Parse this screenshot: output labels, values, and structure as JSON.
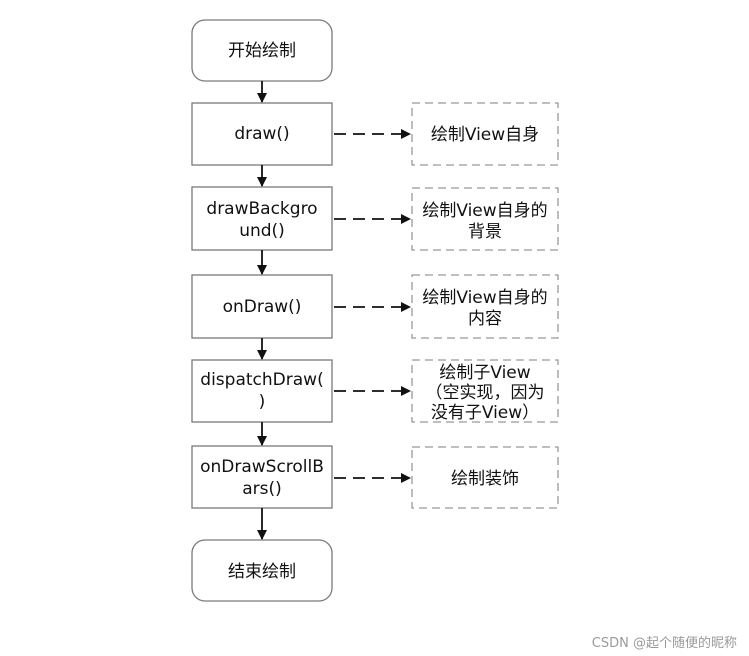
{
  "diagram": {
    "nodes": [
      {
        "id": "start",
        "label": "开始绘制"
      },
      {
        "id": "draw",
        "label": "draw()"
      },
      {
        "id": "drawBackground",
        "label_lines": [
          "drawBackgro",
          "und()"
        ]
      },
      {
        "id": "onDraw",
        "label": "onDraw()"
      },
      {
        "id": "dispatchDraw",
        "label_lines": [
          "dispatchDraw(",
          ")"
        ]
      },
      {
        "id": "onDrawScrollBars",
        "label_lines": [
          "onDrawScrollB",
          "ars()"
        ]
      },
      {
        "id": "end",
        "label": "结束绘制"
      }
    ],
    "notes": [
      {
        "for": "draw",
        "lines": [
          "绘制View自身"
        ]
      },
      {
        "for": "drawBackground",
        "lines": [
          "绘制View自身的",
          "背景"
        ]
      },
      {
        "for": "onDraw",
        "lines": [
          "绘制View自身的",
          "内容"
        ]
      },
      {
        "for": "dispatchDraw",
        "lines": [
          "绘制子View",
          "（空实现，因为",
          "没有子View）"
        ]
      },
      {
        "for": "onDrawScrollBars",
        "lines": [
          "绘制装饰"
        ]
      }
    ]
  },
  "watermark": "CSDN @起个随便的昵称",
  "colors": {
    "stroke": "#7a7a7a",
    "dashed": "#999999",
    "arrow": "#111111"
  }
}
